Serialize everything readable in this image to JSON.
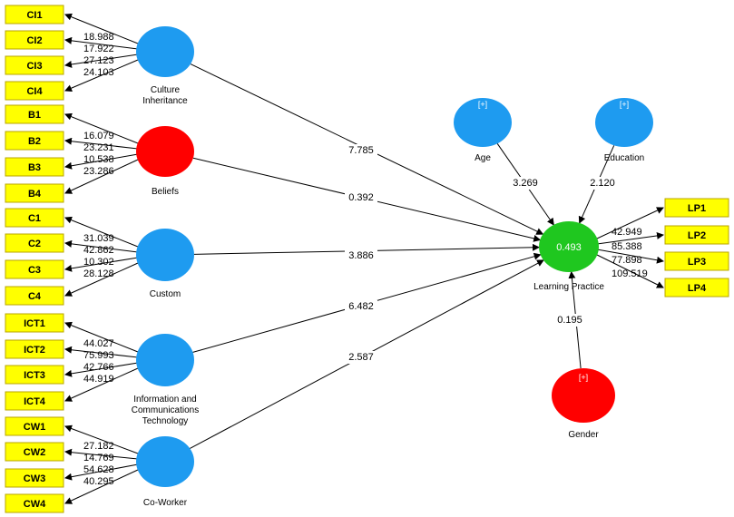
{
  "colors": {
    "indicator_fill": "#ffff00",
    "indicator_border": "#b8a600",
    "blue": "#1e9bf0",
    "red": "#ff0000",
    "green": "#1fc71f"
  },
  "constructs": {
    "culture": {
      "label": [
        "Culture",
        "Inheritance"
      ],
      "color": "#1e9bf0",
      "indicators": [
        "CI1",
        "CI2",
        "CI3",
        "CI4"
      ],
      "loadings": [
        "18.988",
        "17.922",
        "27.123",
        "24.103"
      ]
    },
    "beliefs": {
      "label": [
        "Beliefs"
      ],
      "color": "#ff0000",
      "indicators": [
        "B1",
        "B2",
        "B3",
        "B4"
      ],
      "loadings": [
        "16.079",
        "23.231",
        "10.538",
        "23.286"
      ]
    },
    "custom": {
      "label": [
        "Custom"
      ],
      "color": "#1e9bf0",
      "indicators": [
        "C1",
        "C2",
        "C3",
        "C4"
      ],
      "loadings": [
        "31.039",
        "42.862",
        "10.302",
        "28.128"
      ]
    },
    "ict": {
      "label": [
        "Information and",
        "Communications",
        "Technology"
      ],
      "color": "#1e9bf0",
      "indicators": [
        "ICT1",
        "ICT2",
        "ICT3",
        "ICT4"
      ],
      "loadings": [
        "44.027",
        "75.993",
        "42.766",
        "44.919"
      ]
    },
    "coworker": {
      "label": [
        "Co-Worker"
      ],
      "color": "#1e9bf0",
      "indicators": [
        "CW1",
        "CW2",
        "CW3",
        "CW4"
      ],
      "loadings": [
        "27.182",
        "14.769",
        "54.628",
        "40.295"
      ]
    },
    "lp": {
      "label": [
        "Learning Practice"
      ],
      "color": "#1fc71f",
      "r2": "0.493",
      "indicators": [
        "LP1",
        "LP2",
        "LP3",
        "LP4"
      ],
      "loadings": [
        "42.949",
        "85.388",
        "77.898",
        "109.519"
      ]
    },
    "age": {
      "label": [
        "Age"
      ],
      "color": "#1e9bf0",
      "marker": "[+]"
    },
    "education": {
      "label": [
        "Education"
      ],
      "color": "#1e9bf0",
      "marker": "[+]"
    },
    "gender": {
      "label": [
        "Gender"
      ],
      "color": "#ff0000",
      "marker": "[+]"
    }
  },
  "paths": {
    "culture": "7.785",
    "beliefs": "0.392",
    "custom": "3.886",
    "ict": "6.482",
    "coworker": "2.587",
    "age": "3.269",
    "education": "2.120",
    "gender": "0.195"
  }
}
